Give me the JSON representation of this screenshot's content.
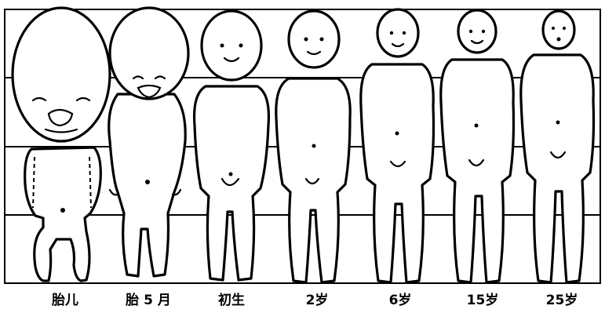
{
  "stages": [
    {
      "label": "胎儿"
    },
    {
      "label": "胎 5 月"
    },
    {
      "label": "初生"
    },
    {
      "label": "2岁"
    },
    {
      "label": "6岁"
    },
    {
      "label": "15岁"
    },
    {
      "label": "25岁"
    }
  ],
  "grid": {
    "horizontal_divisions": 4,
    "description_hidden": true
  }
}
